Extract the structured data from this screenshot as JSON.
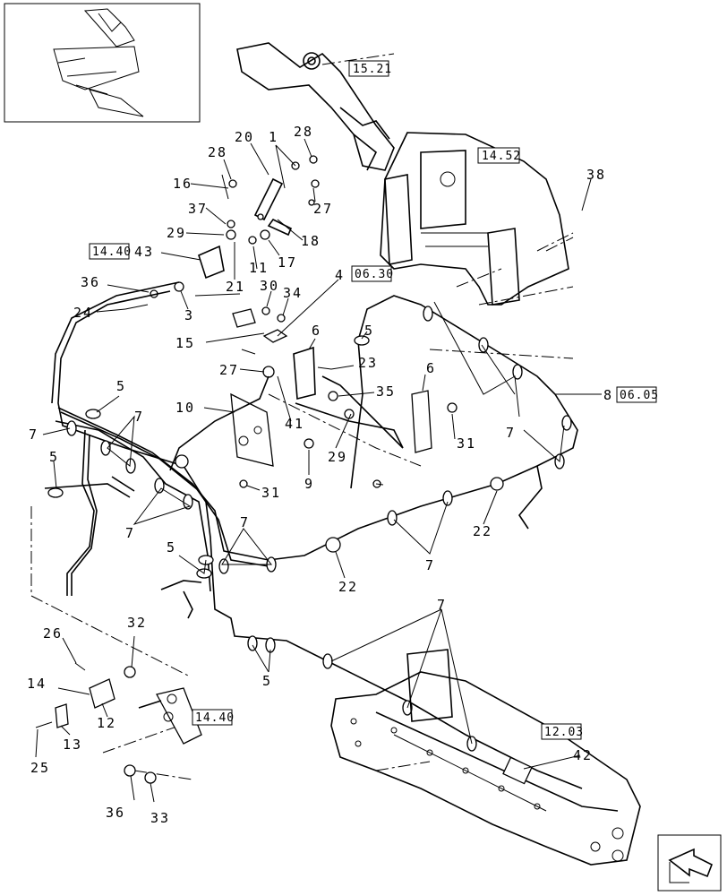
{
  "diagram": {
    "references": [
      {
        "id": "ref-15-21",
        "text": "15.21"
      },
      {
        "id": "ref-14-52",
        "text": "14.52"
      },
      {
        "id": "ref-14-40-top",
        "text": "14.40"
      },
      {
        "id": "ref-06-30",
        "text": "06.30"
      },
      {
        "id": "ref-06-05",
        "text": "06.05"
      },
      {
        "id": "ref-14-40-bottom",
        "text": "14.40"
      },
      {
        "id": "ref-12-03",
        "text": "12.03"
      }
    ],
    "callouts": [
      "28",
      "20",
      "1",
      "28",
      "16",
      "27",
      "37",
      "29",
      "18",
      "43",
      "17",
      "11",
      "21",
      "38",
      "36",
      "24",
      "3",
      "30",
      "34",
      "4",
      "15",
      "5",
      "27",
      "23",
      "6",
      "10",
      "41",
      "35",
      "6",
      "8",
      "5",
      "7",
      "7",
      "7",
      "29",
      "31",
      "5",
      "9",
      "31",
      "7",
      "22",
      "5",
      "7",
      "22",
      "7",
      "7",
      "5",
      "32",
      "26",
      "14",
      "12",
      "13",
      "25",
      "36",
      "33",
      "42"
    ]
  }
}
